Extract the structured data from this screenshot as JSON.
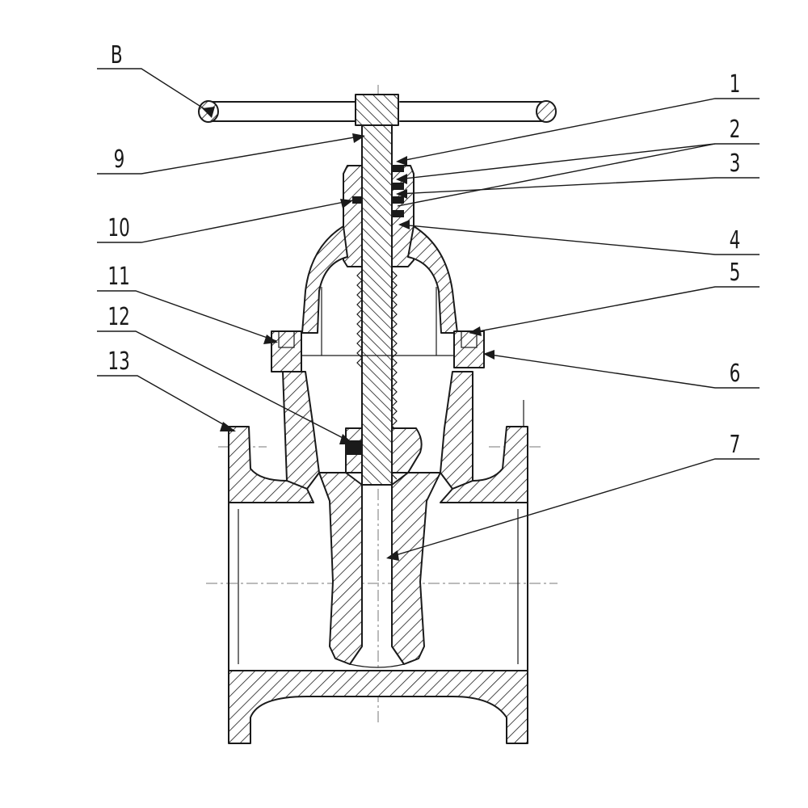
{
  "labels": [
    {
      "id": "B",
      "text": "B"
    },
    {
      "id": "1",
      "text": "1"
    },
    {
      "id": "2",
      "text": "2"
    },
    {
      "id": "3",
      "text": "3"
    },
    {
      "id": "4",
      "text": "4"
    },
    {
      "id": "5",
      "text": "5"
    },
    {
      "id": "6",
      "text": "6"
    },
    {
      "id": "7",
      "text": "7"
    },
    {
      "id": "9",
      "text": "9"
    },
    {
      "id": "10",
      "text": "10"
    },
    {
      "id": "11",
      "text": "11"
    },
    {
      "id": "12",
      "text": "12"
    },
    {
      "id": "13",
      "text": "13"
    }
  ]
}
